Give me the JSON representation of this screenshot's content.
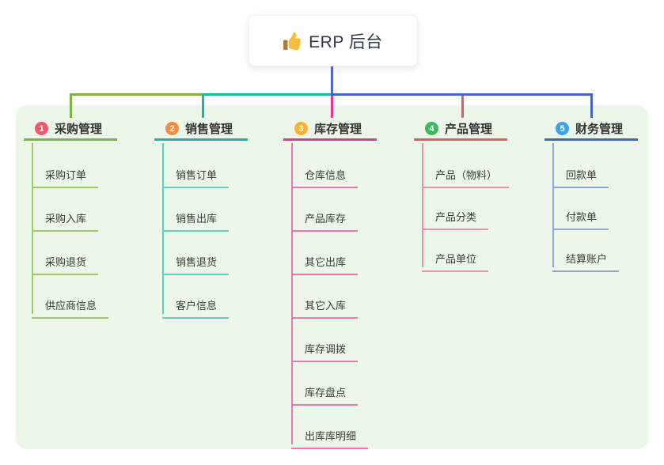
{
  "root": {
    "title": "ERP 后台",
    "icon": "thumbs-up-icon",
    "icon_colors": {
      "hand": "#f7bd3a",
      "cuff": "#b07b34"
    },
    "connector_color": "#5166c9"
  },
  "panel_bg": "#ecf7e9",
  "branches": [
    {
      "number": "1",
      "title": "采购管理",
      "badge_color": "#f4566e",
      "line_color": "#7cb342",
      "child_line_color": "#9ccc65",
      "children": [
        "采购订单",
        "采购入库",
        "采购退货",
        "供应商信息"
      ]
    },
    {
      "number": "2",
      "title": "销售管理",
      "badge_color": "#f78c3e",
      "line_color": "#1db5a6",
      "child_line_color": "#5ecfc2",
      "children": [
        "销售订单",
        "销售出库",
        "销售退货",
        "客户信息"
      ]
    },
    {
      "number": "3",
      "title": "库存管理",
      "badge_color": "#f7b32b",
      "line_color": "#e8368f",
      "child_line_color": "#f272b2",
      "children": [
        "仓库信息",
        "产品库存",
        "其它出库",
        "其它入库",
        "库存调拨",
        "库存盘点",
        "出库库明细"
      ]
    },
    {
      "number": "4",
      "title": "产品管理",
      "badge_color": "#3cb95f",
      "line_color": "#f4516a",
      "child_line_color": "#f78da0",
      "children": [
        "产品（物料）",
        "产品分类",
        "产品单位"
      ]
    },
    {
      "number": "5",
      "title": "财务管理",
      "badge_color": "#39a3ee",
      "line_color": "#4263c7",
      "child_line_color": "#8da5de",
      "children": [
        "回款单",
        "付款单",
        "结算账户"
      ]
    }
  ]
}
